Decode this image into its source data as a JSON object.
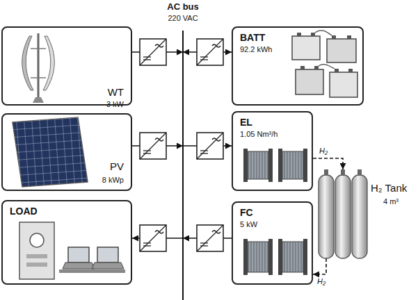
{
  "diagram": {
    "nodes": [
      {
        "text": [
          "AC bus",
          "220 VAC"
        ]
      },
      {
        "text": [
          "WT",
          "3 kW"
        ]
      },
      {
        "text": [
          "BATT",
          "92.2 kWh"
        ]
      },
      {
        "text": [
          "PV",
          "8 kWp"
        ]
      },
      {
        "text": [
          "EL",
          "1.05 Nm³/h"
        ]
      },
      {
        "text": [
          "H₂ Tank",
          "4 m³"
        ]
      },
      {
        "text": [
          "LOAD"
        ]
      },
      {
        "text": [
          "FC",
          "5 kW"
        ]
      }
    ],
    "edges": [
      {
        "from": 1,
        "to": 0,
        "arrow": "to"
      },
      {
        "from": 0,
        "to": 2,
        "arrow": "both"
      },
      {
        "from": 3,
        "to": 0,
        "arrow": "to"
      },
      {
        "from": 0,
        "to": 4,
        "arrow": "to"
      },
      {
        "from": 4,
        "to": 5,
        "label": "H₂",
        "arrow": "to"
      },
      {
        "from": 5,
        "to": 7,
        "label": "H₂",
        "arrow": "to"
      },
      {
        "from": 0,
        "to": 6,
        "arrow": "to"
      },
      {
        "from": 7,
        "to": 0,
        "arrow": "to"
      }
    ]
  }
}
